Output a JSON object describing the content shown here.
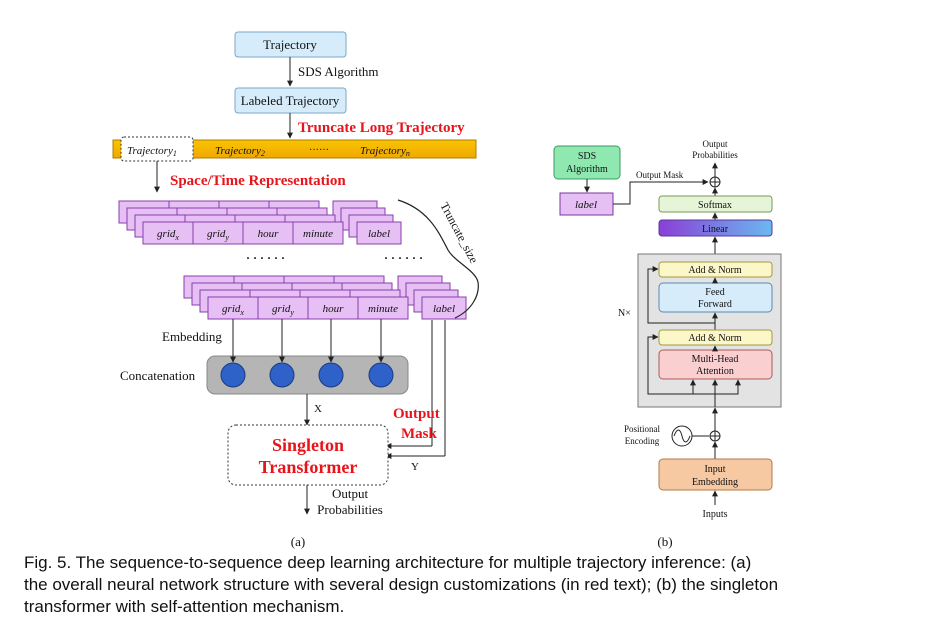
{
  "left": {
    "trajectory": "Trajectory",
    "sds_algorithm_arrow": "SDS Algorithm",
    "labeled_trajectory": "Labeled Trajectory",
    "truncate_long": "Truncate Long Trajectory",
    "traj1": "Trajectory",
    "traj1_sub": "1",
    "traj2": "Trajectory",
    "traj2_sub": "2",
    "ellipsis": "······",
    "trajn": "Trajectory",
    "trajn_sub": "n",
    "space_time": "Space/Time Representation",
    "truncate_size": "Truncate_size",
    "features": [
      {
        "base": "grid",
        "sub": "x"
      },
      {
        "base": "grid",
        "sub": "y"
      },
      {
        "base": "hour",
        "sub": ""
      },
      {
        "base": "minute",
        "sub": ""
      }
    ],
    "label": "label",
    "dots": "· · · · · ·",
    "embedding": "Embedding",
    "concatenation": "Concatenation",
    "x_label": "X",
    "y_label": "Y",
    "output_mask": [
      "Output",
      "Mask"
    ],
    "singleton": [
      "Singleton",
      "Transformer"
    ],
    "output_probs": [
      "Output",
      "Probabilities"
    ],
    "panel_label": "(a)"
  },
  "right": {
    "sds": [
      "SDS",
      "Algorithm"
    ],
    "label": "label",
    "output_mask": "Output Mask",
    "output_probs": [
      "Output",
      "Probabilities"
    ],
    "softmax": "Softmax",
    "linear": "Linear",
    "add_norm_top": "Add & Norm",
    "feed_forward": [
      "Feed",
      "Forward"
    ],
    "nx": "N×",
    "add_norm_bottom": "Add & Norm",
    "multi_head": [
      "Multi-Head",
      "Attention"
    ],
    "positional": [
      "Positional",
      "Encoding"
    ],
    "input_embedding": [
      "Input",
      "Embedding"
    ],
    "inputs": "Inputs",
    "panel_label": "(b)"
  },
  "caption": [
    "Fig. 5.  The sequence-to-sequence deep learning architecture for multiple trajectory inference: (a)",
    "the overall neural network structure with several design customizations (in red text); (b) the singleton",
    "transformer with self-attention mechanism."
  ],
  "colors": {
    "light_blue": "#d6ecfb",
    "violet": "#e6bff5",
    "orange": "#f5b800",
    "red_text": "#e8141c",
    "green": "#8fe8b0",
    "yellow": "#fbf7c9",
    "pink": "#f9cfcf",
    "peach": "#f6c9a3",
    "node_blue": "#2f62c8",
    "gray_bg": "#e3e3e3"
  }
}
